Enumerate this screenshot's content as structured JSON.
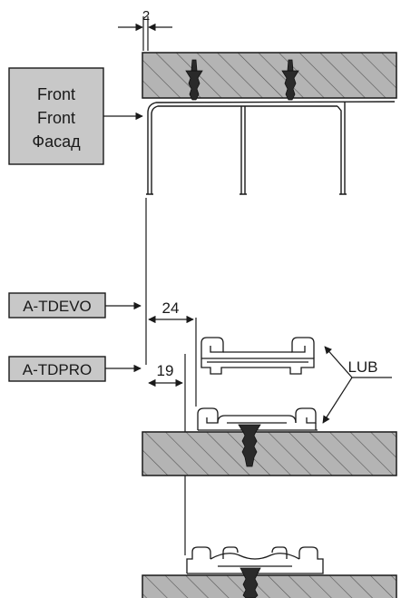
{
  "labels": {
    "front_1": "Front",
    "front_2": "Front",
    "front_3": "Фасад",
    "tdevo": "A-TDEVO",
    "tdpro": "A-TDPRO",
    "lub": "LUB"
  },
  "dimensions": {
    "gap": "2",
    "tdevo_depth": "24",
    "tdpro_depth": "19"
  },
  "colors": {
    "hatch_fill": "#b4b4b4",
    "label_box_fill": "#c8c8c8",
    "screw": "#2a2a2a",
    "line": "#1a1a1a"
  }
}
